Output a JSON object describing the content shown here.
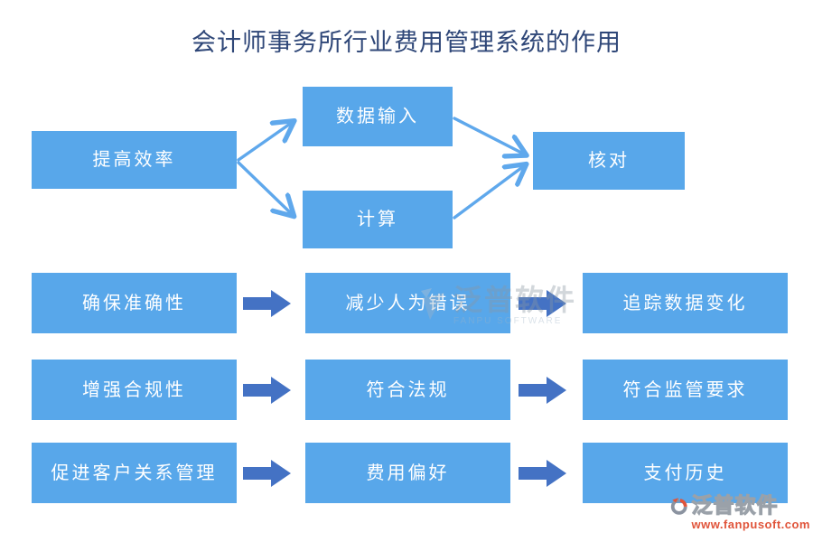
{
  "title": "会计师事务所行业费用管理系统的作用",
  "colors": {
    "box_fill": "#58A7EA",
    "box_text": "#FFFFFF",
    "flow_arrow": "#5FA8EC",
    "block_arrow": "#4472C4",
    "title_text": "#2F4778",
    "watermark_text": "#8A97A3",
    "logo_brand_text": "#9AA1A9",
    "logo_url_text": "#E0543A"
  },
  "flow": {
    "source": {
      "label": "提高效率"
    },
    "middle_top": {
      "label": "数据输入"
    },
    "middle_bottom": {
      "label": "计算"
    },
    "target": {
      "label": "核对"
    }
  },
  "rows": [
    {
      "cells": [
        "确保准确性",
        "减少人为错误",
        "追踪数据变化"
      ]
    },
    {
      "cells": [
        "增强合规性",
        "符合法规",
        "符合监管要求"
      ]
    },
    {
      "cells": [
        "促进客户关系管理",
        "费用偏好",
        "支付历史"
      ]
    }
  ],
  "watermark": {
    "brand": "泛普软件",
    "sub": "FANPU SOFTWARE"
  },
  "logo": {
    "brand": "泛普软件",
    "url": "www.fanpusoft.com"
  }
}
